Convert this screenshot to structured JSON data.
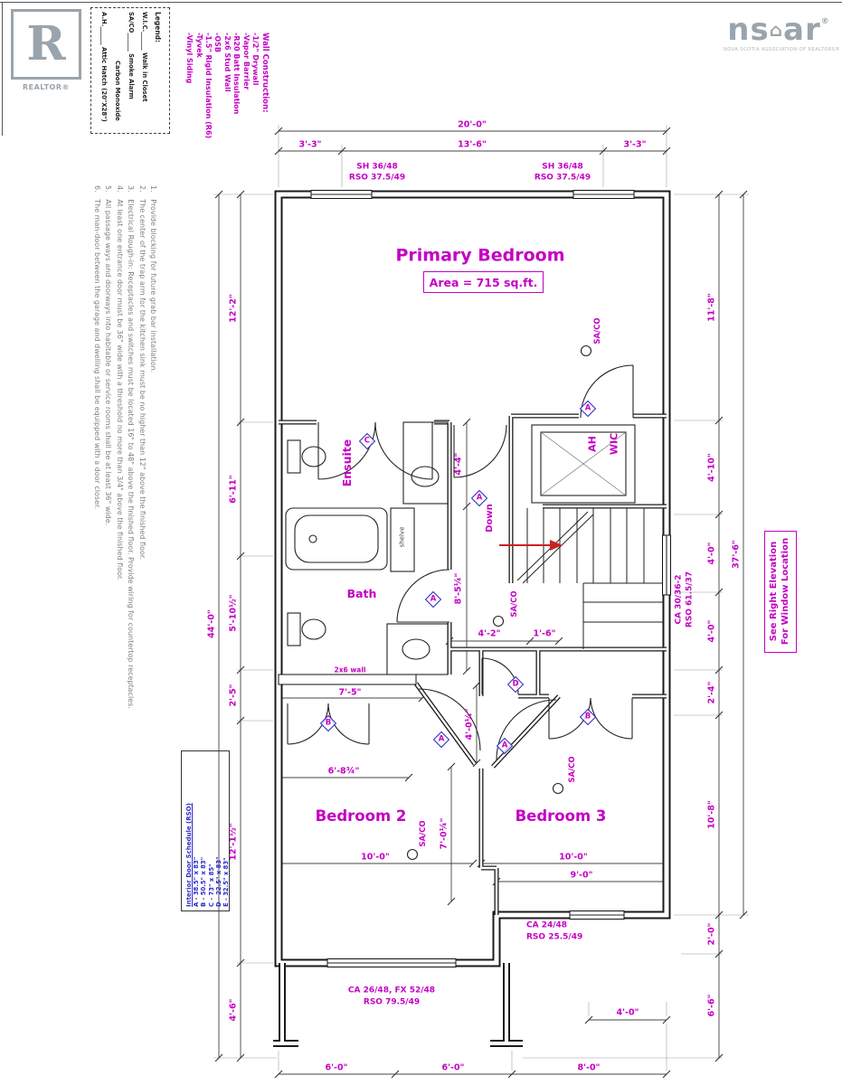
{
  "colors": {
    "accent": "#c400c4",
    "blue": "#2a2ac8",
    "ink": "#1a1a1a",
    "gray": "#808080",
    "logo": "#9aa4ac",
    "red": "#cc2222"
  },
  "logos": {
    "realtor": {
      "letter": "R",
      "caption": "REALTOR®"
    },
    "nsar": {
      "left": "ns",
      "house": "⌂",
      "right": "ar",
      "reg": "®",
      "caption": "NOVA SCOTIA ASSOCIATION OF REALTORS®"
    }
  },
  "legend": {
    "title": "Legend:",
    "items": [
      "W.I.C.______ Walk in Closet",
      "SA/CO______ Smoke Alarm",
      "Carbon Monoxide",
      "A.H.______ Attic Hatch (20\"X28\")"
    ]
  },
  "wall_construction": {
    "title": "Wall Construction:",
    "items": [
      "-1/2\" Drywall",
      "-Vapor Barrier",
      "-R20 Batt Insulation",
      "-2x6 Stud Wall",
      "-OSB",
      "-1.5\" Rigid Insulation (R6)",
      "-Tyvek",
      "-Vinyl Siding"
    ]
  },
  "notes": [
    "1.   Provide blocking for future grab bar installation.",
    "2.   The center of the trap arm for the kitchen sink must be no higher than 12\" above the finished floor.",
    "3.   Electrical Rough-in: Receptacles and switches must be located 16\" to 48\" above the finished floor. Provide wiring for countertop receptacles.",
    "4.   At least one entrance door must be 36\" wide with a threshold no more than 3/4\" above the finished floor.",
    "5.   All passage ways and doorways into habitable or service rooms shall be at least 36\" wide.",
    "6.   The man-door between the garage and dwelling shall be equipped with a door closer."
  ],
  "rooms": {
    "primary": "Primary Bedroom",
    "primary_area": "Area = 715 sq.ft.",
    "bedroom2": "Bedroom 2",
    "bedroom3": "Bedroom 3",
    "bath": "Bath",
    "ensuite": "Ensuite",
    "wic": "WIC",
    "ah": "AH",
    "down": "Down",
    "shelve": "shelve",
    "saco": "SA/CO",
    "wall_2x6": "2x6 wall"
  },
  "dims": {
    "top_overall": "20'-0\"",
    "top_segs": [
      "3'-3\"",
      "13'-6\"",
      "3'-3\""
    ],
    "left_overall": "44'-0\"",
    "left_segs": [
      "12'-2\"",
      "6'-11\"",
      "5'-10½\"",
      "2'-5\"",
      "12'-1½\"",
      "4'-6\""
    ],
    "right_overall": "37'-6\"",
    "right_segs": [
      "11'-8\"",
      "4'-10\"",
      "4'-0\"",
      "4'-0\"",
      "2'-4\"",
      "10'-8\"",
      "2'-0\"",
      "6'-6\""
    ],
    "bottom_segs": [
      "6'-0\"",
      "6'-0\"",
      "8'-0\""
    ],
    "bottom_right": "4'-0\"",
    "interior": {
      "hall_upper": "4'-4\"",
      "hall_lower": "8'-5¼\"",
      "hall_w1": "4'-2\"",
      "hall_w2": "1'-6\"",
      "bath_wall": "7'-5\"",
      "bed2_top": "6'-8¾\"",
      "hall_v": "4'-0¼\"",
      "bed2_v": "7'-0¼\"",
      "bed2_w": "10'-0\"",
      "bed3_w": "10'-0\"",
      "bed3_w2": "9'-0\""
    }
  },
  "windows": {
    "sh_top": [
      "SH 36/48",
      "RSO 37.5/49"
    ],
    "stair": [
      "CA 30/36-2",
      "RSO 61.5/37"
    ],
    "bed3": [
      "CA 24/48",
      "RSO 25.5/49"
    ],
    "bed2": [
      "CA 26/48, FX 52/48",
      "RSO 79.5/49"
    ]
  },
  "door_schedule": {
    "title": "Interior Door Schedule (RSO)",
    "entries": [
      "A - 38.5\" x 83\"",
      "B - 50.5\" x 83\"",
      "C - 73\" x 85\"",
      "D - 22.5\" x 83\"",
      "E - 32.5\" x 83\""
    ]
  },
  "door_tags": {
    "a": "A",
    "b": "B",
    "c": "C",
    "d": "D"
  },
  "elevation_note": [
    "See Right Elevation",
    "For Window Location"
  ]
}
